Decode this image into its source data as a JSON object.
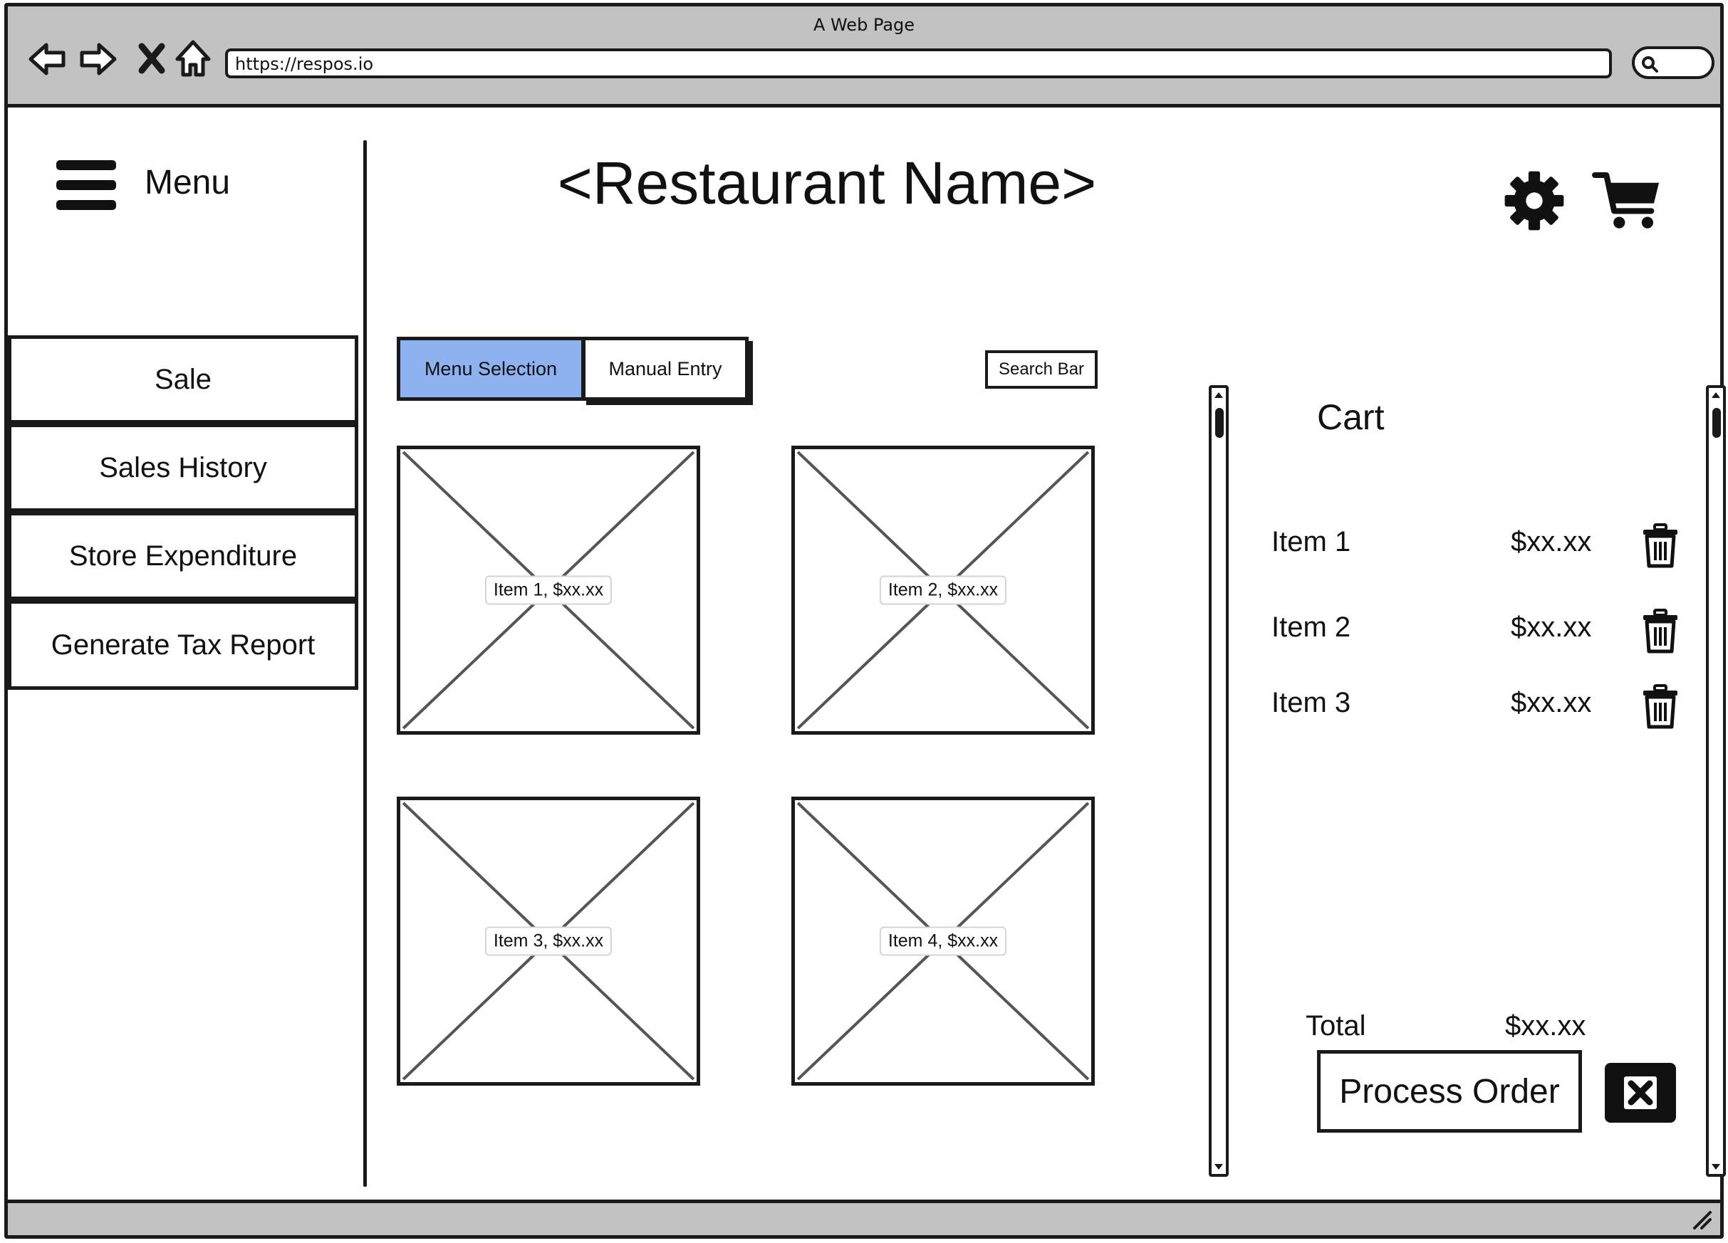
{
  "browser": {
    "title": "A Web Page",
    "url": "https://respos.io"
  },
  "sidebar": {
    "menu_label": "Menu",
    "items": [
      {
        "label": "Sale"
      },
      {
        "label": "Sales History"
      },
      {
        "label": "Store Expenditure"
      },
      {
        "label": "Generate Tax Report"
      }
    ]
  },
  "header": {
    "restaurant_name": "<Restaurant Name>",
    "icons": [
      "gear-icon",
      "cart-icon"
    ]
  },
  "tabs": [
    {
      "label": "Menu Selection",
      "active": true
    },
    {
      "label": "Manual Entry",
      "active": false
    }
  ],
  "search": {
    "label": "Search Bar"
  },
  "menu_items": [
    {
      "caption": "Item 1, $xx.xx"
    },
    {
      "caption": "Item 2, $xx.xx"
    },
    {
      "caption": "Item 3, $xx.xx"
    },
    {
      "caption": "Item 4, $xx.xx"
    }
  ],
  "cart": {
    "heading": "Cart",
    "items": [
      {
        "name": "Item 1",
        "price": "$xx.xx"
      },
      {
        "name": "Item 2",
        "price": "$xx.xx"
      },
      {
        "name": "Item 3",
        "price": "$xx.xx"
      }
    ],
    "total_label": "Total",
    "total_value": "$xx.xx",
    "process_label": "Process Order"
  },
  "colors": {
    "active_tab": "#8db2ef",
    "chrome": "#c2c2c2"
  }
}
